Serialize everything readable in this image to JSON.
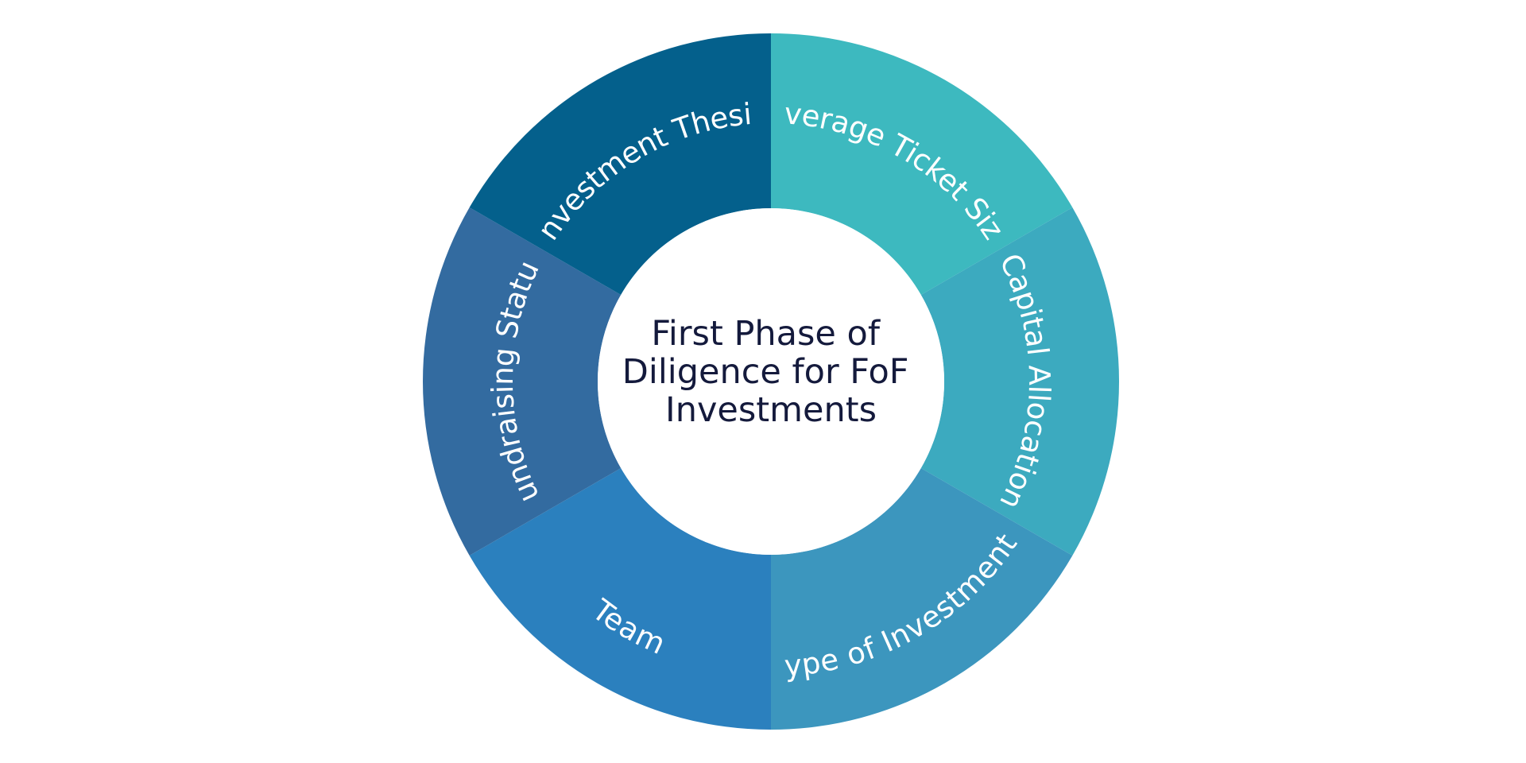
{
  "diagram": {
    "center_lines": [
      "First Phase of",
      "Diligence for FoF",
      "Investments"
    ],
    "segments": [
      {
        "label": "Average Ticket Size",
        "color": "#3db9bf"
      },
      {
        "label": "Capital Allocation",
        "color": "#3caabf"
      },
      {
        "label": "Type of Investments",
        "color": "#3c96be"
      },
      {
        "label": "Team",
        "color": "#2b80be"
      },
      {
        "label": "Fundraising Status",
        "color": "#336ba0"
      },
      {
        "label": "Investment Thesis",
        "color": "#04608c"
      }
    ]
  }
}
